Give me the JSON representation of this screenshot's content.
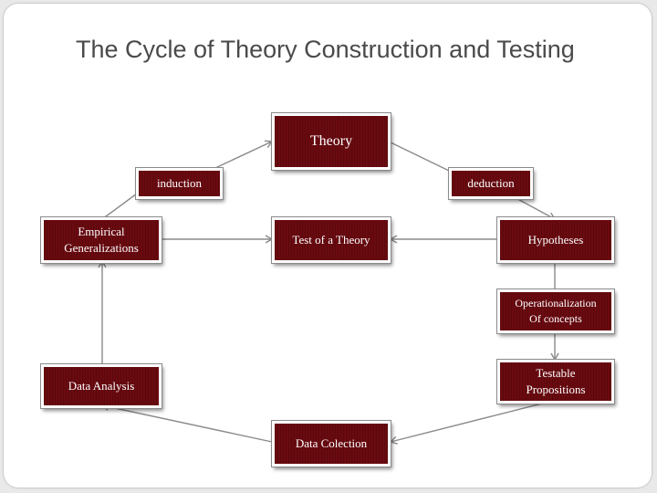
{
  "slide": {
    "title": "The Cycle of Theory Construction and Testing"
  },
  "nodes": {
    "theory": "Theory",
    "induction": "induction",
    "deduction": "deduction",
    "empirical_generalizations": "Empirical\nGeneralizations",
    "test_of_theory": "Test of a Theory",
    "hypotheses": "Hypotheses",
    "operationalization": "Operationalization\nOf concepts",
    "testable_propositions": "Testable\nPropositions",
    "data_analysis": "Data Analysis",
    "data_collection": "Data Colection"
  },
  "colors": {
    "box_fill": "#6a0a10",
    "connector": "#8a8a8a",
    "title_text": "#4a4a4a"
  }
}
